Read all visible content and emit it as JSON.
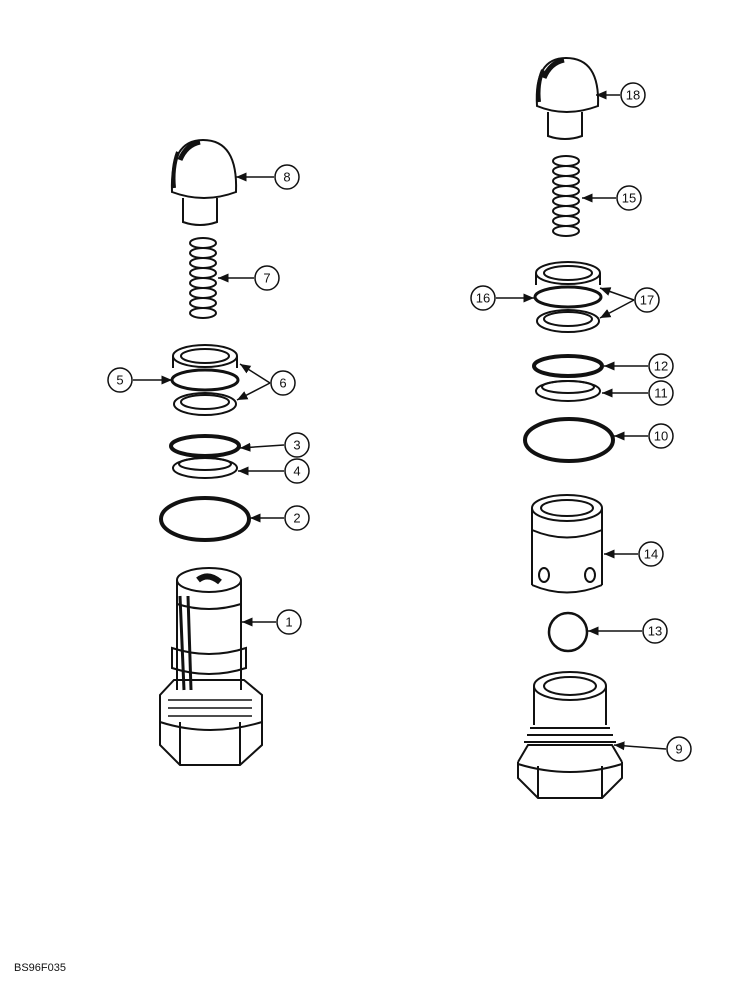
{
  "figure_ref": "BS96F035",
  "callouts": {
    "c1": "1",
    "c2": "2",
    "c3": "3",
    "c4": "4",
    "c5": "5",
    "c6": "6",
    "c7": "7",
    "c8": "8",
    "c9": "9",
    "c10": "10",
    "c11": "11",
    "c12": "12",
    "c13": "13",
    "c14": "14",
    "c15": "15",
    "c16": "16",
    "c17": "17",
    "c18": "18"
  }
}
